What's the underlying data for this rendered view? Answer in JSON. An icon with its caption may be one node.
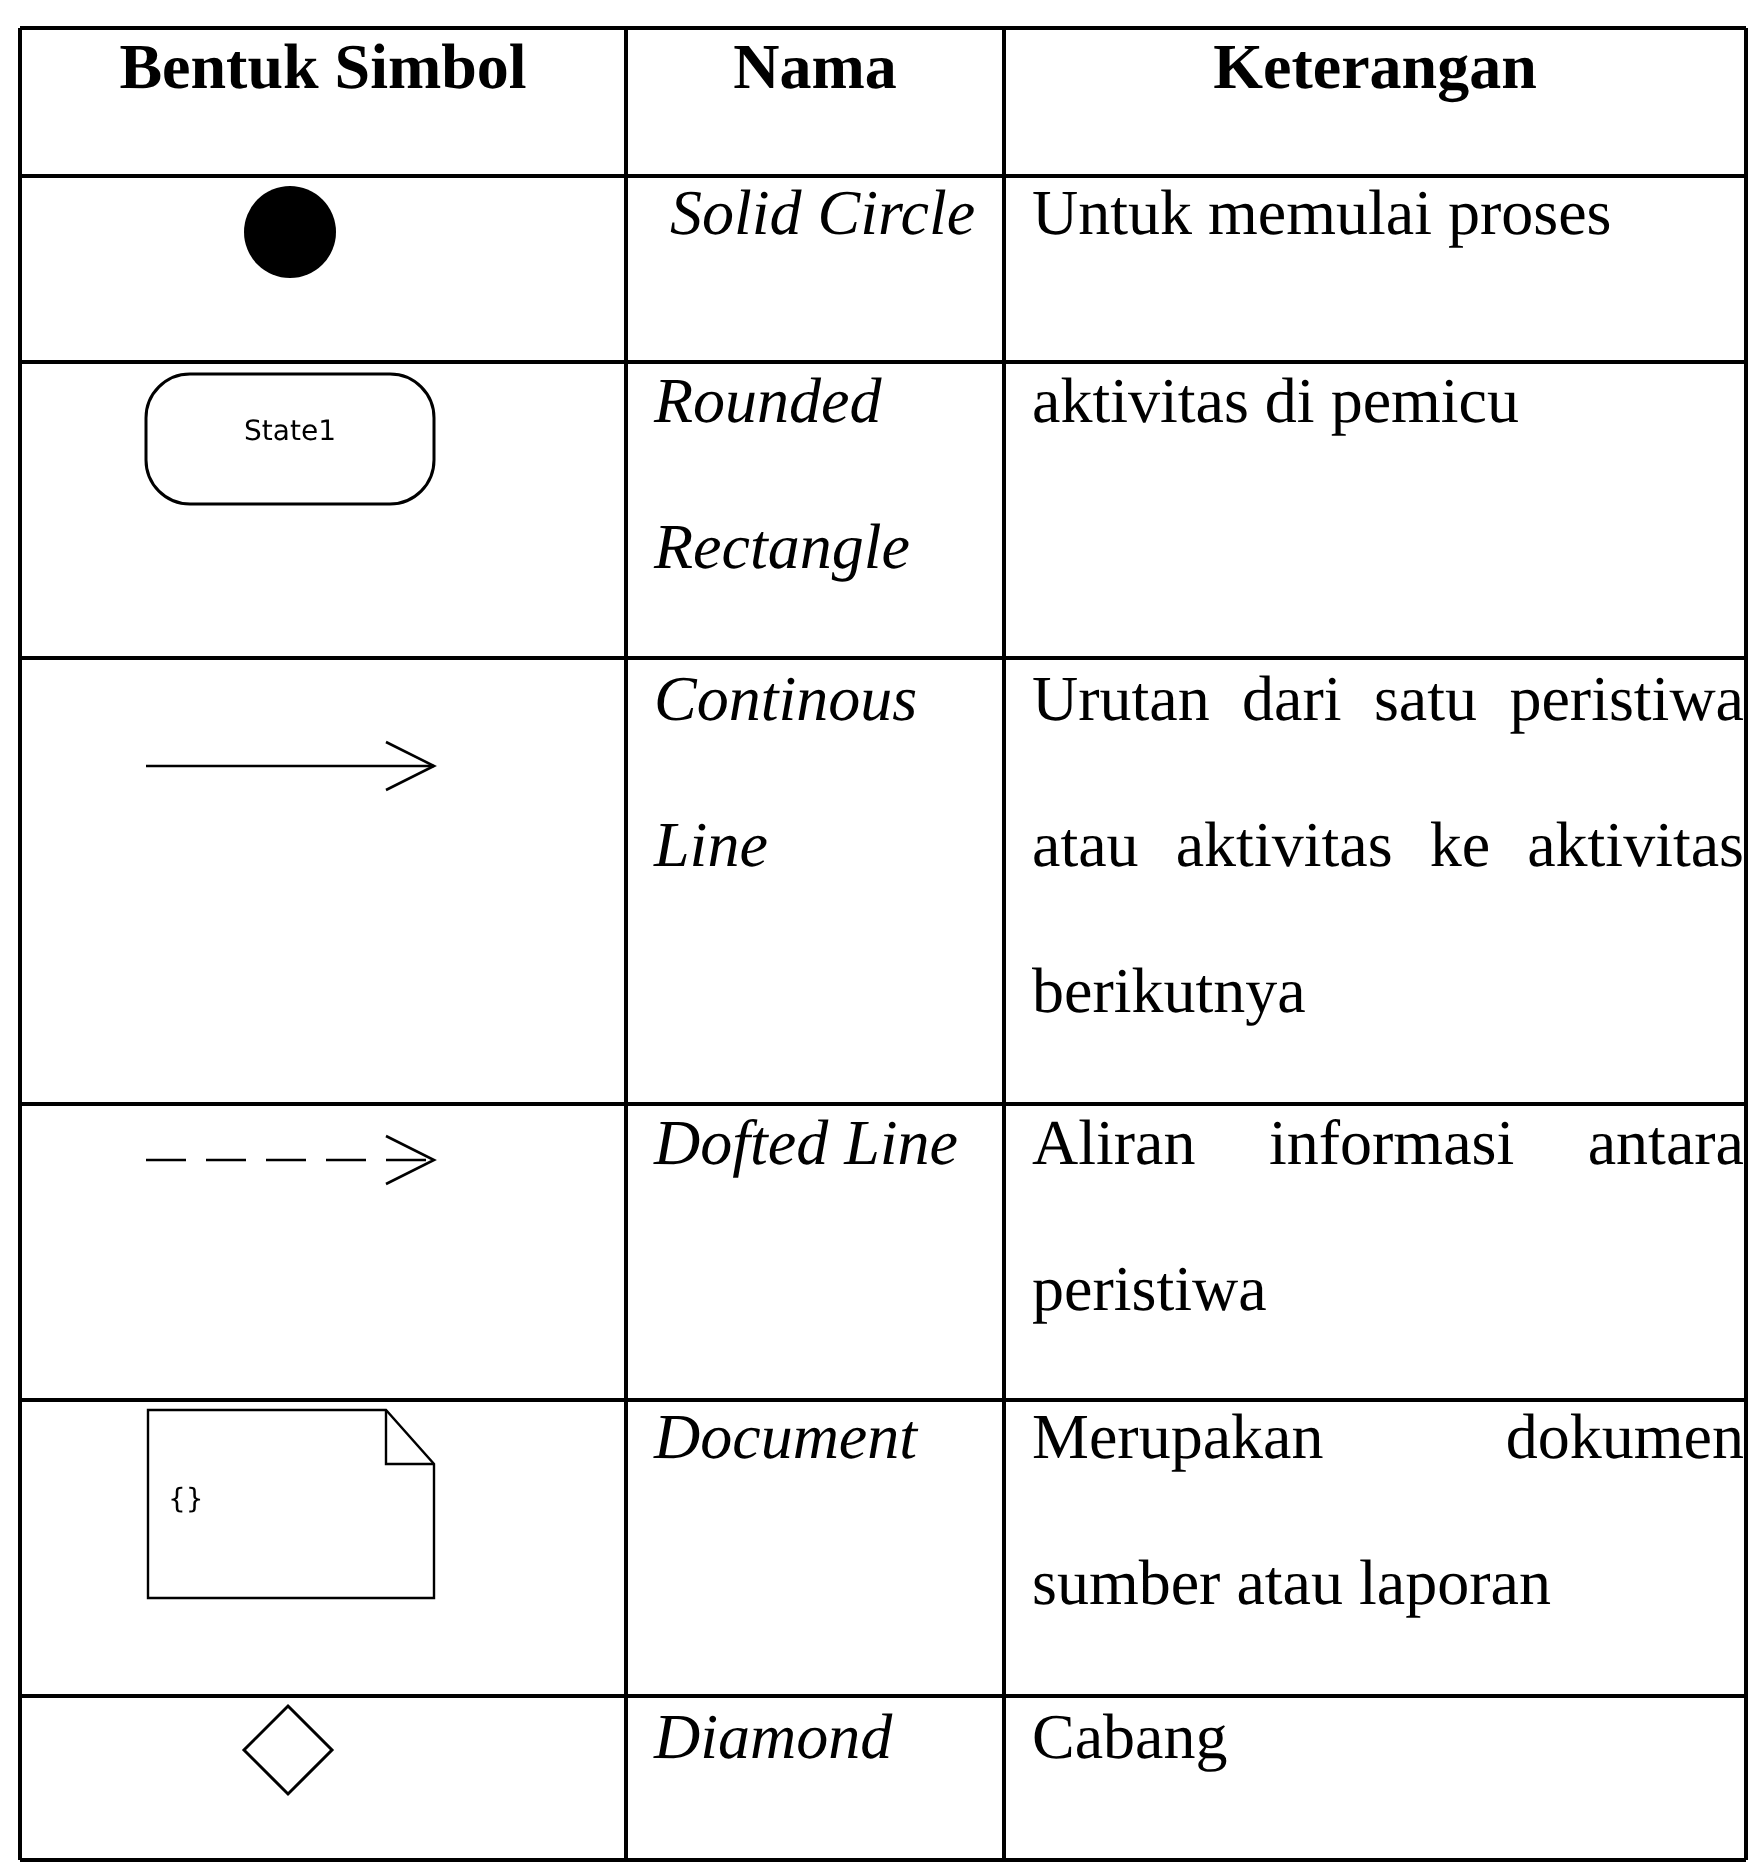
{
  "diagram": {
    "nodes": [
      {
        "text": [
          "State1"
        ]
      },
      {
        "text": [
          "{}"
        ]
      }
    ],
    "edges": [],
    "labels": [
      "Bentuk Simbol",
      "Nama",
      "Keterangan",
      "Solid Circle",
      "Untuk memulai proses",
      "Rounded Rectangle",
      "aktivitas di pemicu",
      "Continous Line",
      "Urutan dari satu peristiwa atau aktivitas ke aktivitas berikutnya",
      "Dofted Line",
      "Aliran informasi antara peristiwa",
      "Document",
      "Merupakan dokumen sumber atau laporan",
      "Diamond",
      "Cabang"
    ]
  }
}
